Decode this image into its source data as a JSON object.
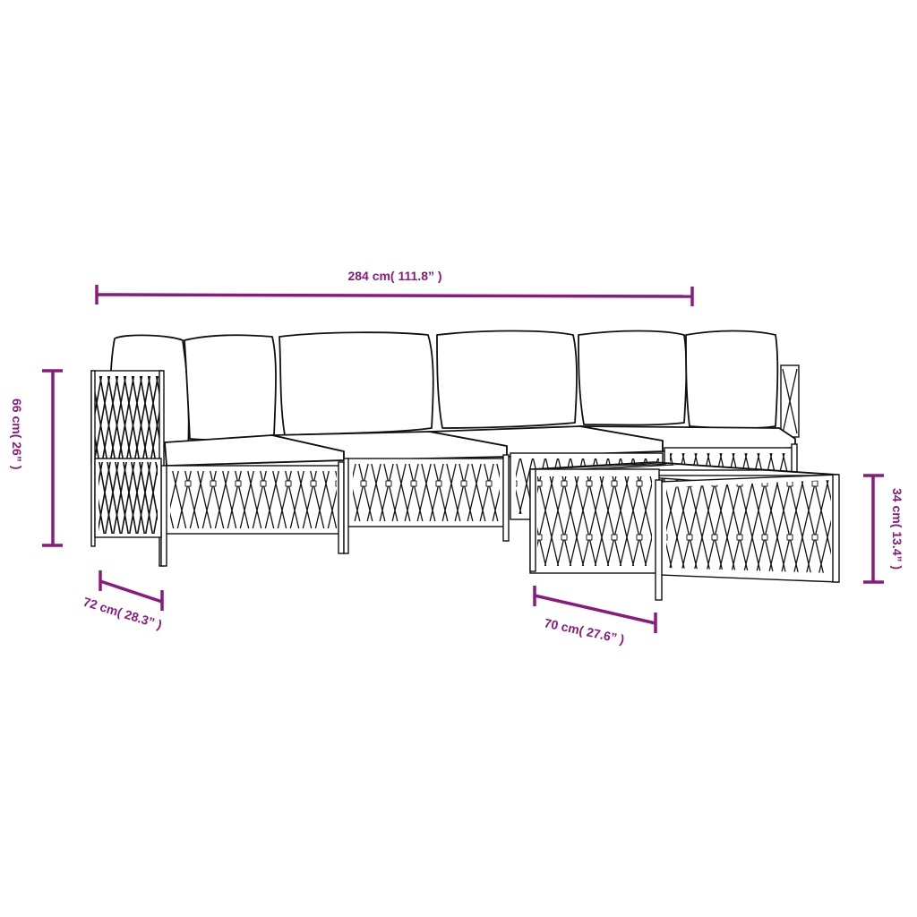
{
  "diagram": {
    "subject": "5-piece garden lounge set: corner sofa, 2 middle sofas, corner sofa, footstool/coffee table",
    "colors": {
      "dimension": "#8b1a7e",
      "ink": "#111111",
      "background": "#ffffff"
    },
    "dimensions": {
      "total_width": {
        "label": "284 cm( 111.8” )",
        "cm": 284,
        "inch": 111.8
      },
      "height": {
        "label": "66 cm( 26” )",
        "cm": 66,
        "inch": 26
      },
      "depth": {
        "label": "72 cm( 28.3” )",
        "cm": 72,
        "inch": 28.3
      },
      "table_width": {
        "label": "70 cm( 27.6” )",
        "cm": 70,
        "inch": 27.6
      },
      "table_height": {
        "label": "34 cm( 13.4” )",
        "cm": 34,
        "inch": 13.4
      }
    }
  }
}
